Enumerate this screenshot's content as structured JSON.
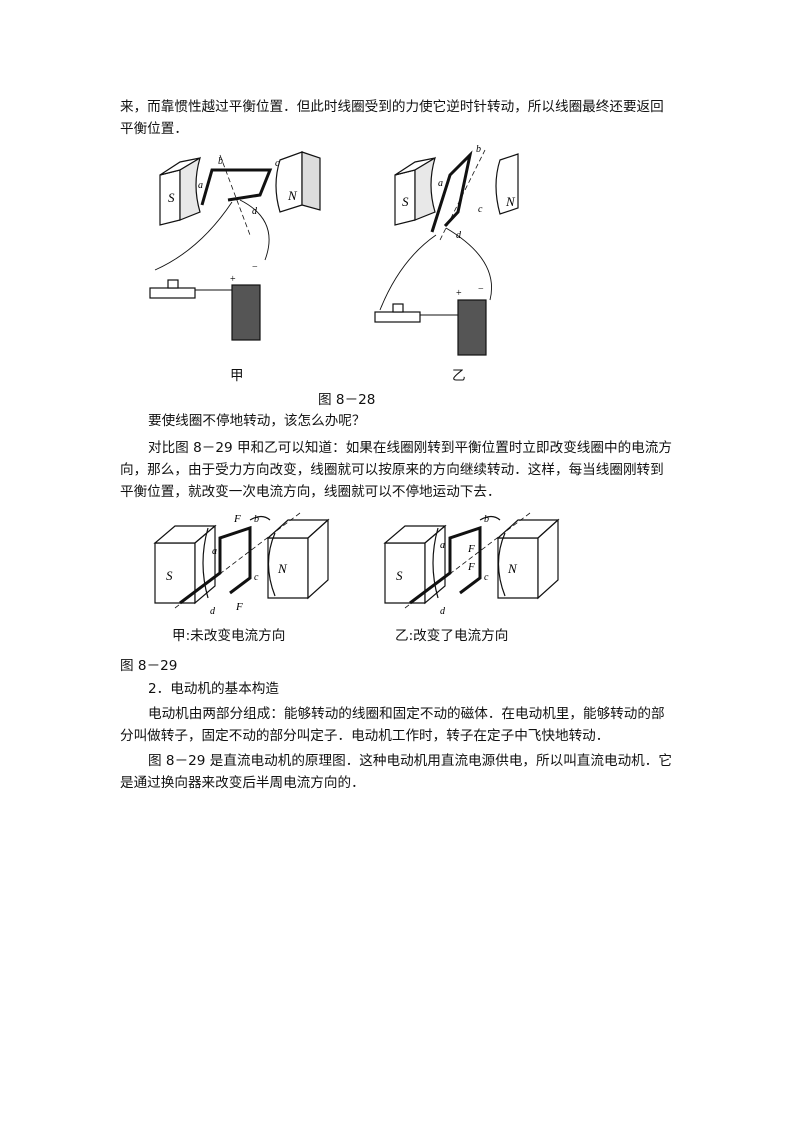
{
  "p1": "来，而靠惯性越过平衡位置．但此时线圈受到的力使它逆时针转动，所以线圈最终还要返回平衡位置．",
  "fig28": {
    "left_caption": "甲",
    "right_caption": "乙",
    "number": "图 8－28",
    "pole_s": "S",
    "pole_n": "N",
    "lbl_a": "a",
    "lbl_b": "b",
    "lbl_c": "c",
    "lbl_d": "d",
    "plus": "+",
    "minus": "−"
  },
  "p2": "要使线圈不停地转动，该怎么办呢？",
  "p3": "对比图 8－29 甲和乙可以知道：如果在线圈刚转到平衡位置时立即改变线圈中的电流方向，那么，由于受力方向改变，线圈就可以按原来的方向继续转动．这样，每当线圈刚转到平衡位置，就改变一次电流方向，线圈就可以不停地运动下去．",
  "fig29": {
    "left_caption": "甲:未改变电流方向",
    "right_caption": "乙:改变了电流方向",
    "number": "图 8－29",
    "force": "F"
  },
  "section_title": "2．电动机的基本构造",
  "p4": "电动机由两部分组成：能够转动的线圈和固定不动的磁体．在电动机里，能够转动的部分叫做转子，固定不动的部分叫定子．电动机工作时，转子在定子中飞快地转动．",
  "p5": "图 8－29 是直流电动机的原理图．这种电动机用直流电源供电，所以叫直流电动机．它是通过换向器来改变后半周电流方向的．"
}
